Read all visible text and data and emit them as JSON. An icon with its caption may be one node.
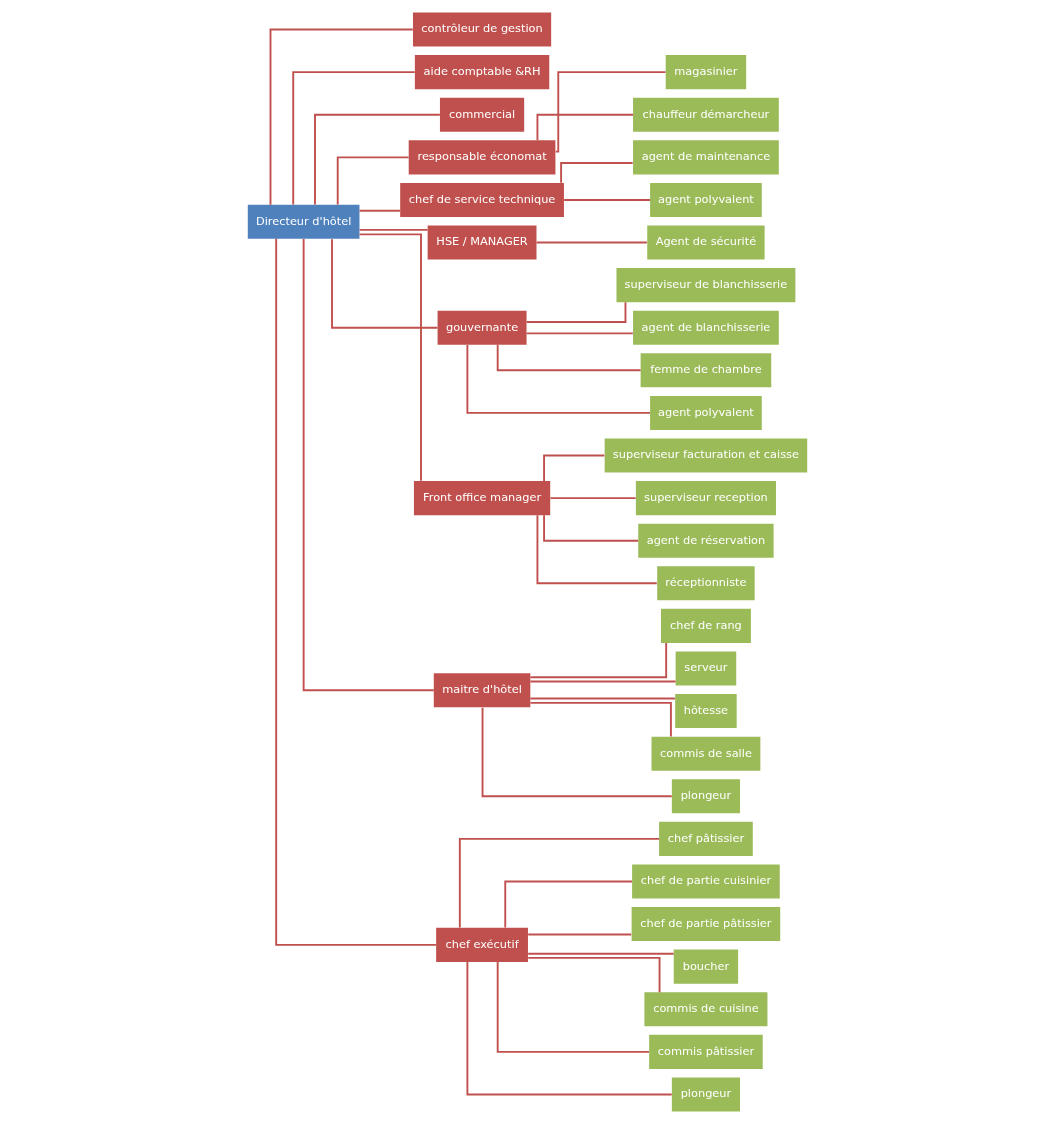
{
  "diagram": {
    "nodes": [
      {
        "text": [
          "Directeur d'hôtel"
        ]
      },
      {
        "text": [
          "contrôleur de gestion"
        ]
      },
      {
        "text": [
          "aide comptable &RH"
        ]
      },
      {
        "text": [
          "commercial"
        ]
      },
      {
        "text": [
          "responsable économat"
        ]
      },
      {
        "text": [
          "magasinier"
        ]
      },
      {
        "text": [
          "chauffeur démarcheur"
        ]
      },
      {
        "text": [
          "chef de service technique"
        ]
      },
      {
        "text": [
          "agent de maintenance"
        ]
      },
      {
        "text": [
          "agent polyvalent"
        ]
      },
      {
        "text": [
          "HSE / MANAGER"
        ]
      },
      {
        "text": [
          "Agent de sécurité"
        ]
      },
      {
        "text": [
          "gouvernante"
        ]
      },
      {
        "text": [
          "superviseur de blanchisserie"
        ]
      },
      {
        "text": [
          "agent de blanchisserie"
        ]
      },
      {
        "text": [
          "femme de chambre"
        ]
      },
      {
        "text": [
          "agent polyvalent"
        ]
      },
      {
        "text": [
          "Front office manager"
        ]
      },
      {
        "text": [
          "superviseur facturation et caisse"
        ]
      },
      {
        "text": [
          "superviseur reception"
        ]
      },
      {
        "text": [
          "agent de réservation"
        ]
      },
      {
        "text": [
          "réceptionniste"
        ]
      },
      {
        "text": [
          "maitre d'hôtel"
        ]
      },
      {
        "text": [
          "chef de rang"
        ]
      },
      {
        "text": [
          "serveur"
        ]
      },
      {
        "text": [
          "hôtesse"
        ]
      },
      {
        "text": [
          "commis de salle"
        ]
      },
      {
        "text": [
          "plongeur"
        ]
      },
      {
        "text": [
          "chef exécutif"
        ]
      },
      {
        "text": [
          "chef pâtissier"
        ]
      },
      {
        "text": [
          "chef de partie cuisinier"
        ]
      },
      {
        "text": [
          "chef de partie pâtissier"
        ]
      },
      {
        "text": [
          "boucher"
        ]
      },
      {
        "text": [
          "commis de cuisine"
        ]
      },
      {
        "text": [
          "commis pâtissier"
        ]
      },
      {
        "text": [
          "plongeur"
        ]
      }
    ],
    "edges": [
      {
        "from": 0,
        "to": 1,
        "arrow": "none"
      },
      {
        "from": 0,
        "to": 2,
        "arrow": "none"
      },
      {
        "from": 0,
        "to": 3,
        "arrow": "none"
      },
      {
        "from": 0,
        "to": 4,
        "arrow": "none"
      },
      {
        "from": 0,
        "to": 7,
        "arrow": "none"
      },
      {
        "from": 0,
        "to": 10,
        "arrow": "none"
      },
      {
        "from": 0,
        "to": 12,
        "arrow": "none"
      },
      {
        "from": 0,
        "to": 17,
        "arrow": "none"
      },
      {
        "from": 0,
        "to": 22,
        "arrow": "none"
      },
      {
        "from": 0,
        "to": 28,
        "arrow": "none"
      },
      {
        "from": 4,
        "to": 5,
        "arrow": "none"
      },
      {
        "from": 4,
        "to": 6,
        "arrow": "none"
      },
      {
        "from": 7,
        "to": 8,
        "arrow": "none"
      },
      {
        "from": 7,
        "to": 9,
        "arrow": "none"
      },
      {
        "from": 10,
        "to": 11,
        "arrow": "none"
      },
      {
        "from": 12,
        "to": 13,
        "arrow": "none"
      },
      {
        "from": 12,
        "to": 14,
        "arrow": "none"
      },
      {
        "from": 12,
        "to": 15,
        "arrow": "none"
      },
      {
        "from": 12,
        "to": 16,
        "arrow": "none"
      },
      {
        "from": 17,
        "to": 18,
        "arrow": "none"
      },
      {
        "from": 17,
        "to": 19,
        "arrow": "none"
      },
      {
        "from": 17,
        "to": 20,
        "arrow": "none"
      },
      {
        "from": 17,
        "to": 21,
        "arrow": "none"
      },
      {
        "from": 22,
        "to": 23,
        "arrow": "none"
      },
      {
        "from": 22,
        "to": 24,
        "arrow": "none"
      },
      {
        "from": 22,
        "to": 25,
        "arrow": "none"
      },
      {
        "from": 22,
        "to": 26,
        "arrow": "none"
      },
      {
        "from": 22,
        "to": 27,
        "arrow": "none"
      },
      {
        "from": 28,
        "to": 29,
        "arrow": "none"
      },
      {
        "from": 28,
        "to": 30,
        "arrow": "none"
      },
      {
        "from": 28,
        "to": 31,
        "arrow": "none"
      },
      {
        "from": 28,
        "to": 32,
        "arrow": "none"
      },
      {
        "from": 28,
        "to": 33,
        "arrow": "none"
      },
      {
        "from": 28,
        "to": 34,
        "arrow": "none"
      },
      {
        "from": 28,
        "to": 35,
        "arrow": "none"
      }
    ]
  }
}
